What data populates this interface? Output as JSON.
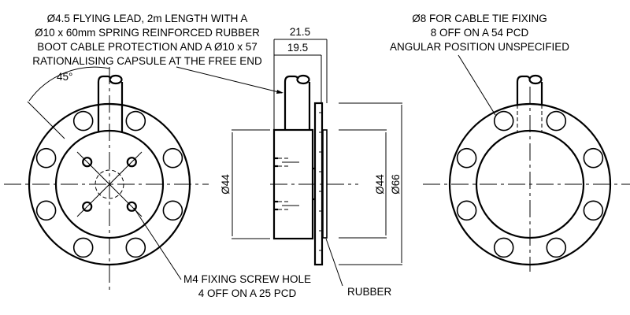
{
  "drawing": {
    "line_color": "#000000",
    "background_color": "#ffffff",
    "notes": {
      "cable_note": [
        "Ø4.5 FLYING LEAD, 2m LENGTH WITH A",
        "Ø10 x 60mm SPRING REINFORCED RUBBER",
        "BOOT CABLE PROTECTION AND A Ø10 x 57",
        "RATIONALISING CAPSULE AT THE FREE END"
      ],
      "cable_tie_note": [
        "Ø8 FOR CABLE TIE FIXING",
        "8 OFF ON A 54 PCD",
        "ANGULAR POSITION UNSPECIFIED"
      ],
      "screw_hole_note": [
        "M4 FIXING SCREW HOLE",
        "4 OFF ON A 25 PCD"
      ],
      "rubber_label": "RUBBER"
    },
    "dimensions": {
      "angle": "45°",
      "overall_width": "21.5",
      "body_width": "19.5",
      "body_diameter_left": "Ø44",
      "body_diameter_right": "Ø44",
      "flange_diameter": "Ø66"
    },
    "views": {
      "front": {
        "bolt_holes": 8,
        "screw_holes": 4
      },
      "rear": {
        "bolt_holes": 8
      }
    }
  }
}
